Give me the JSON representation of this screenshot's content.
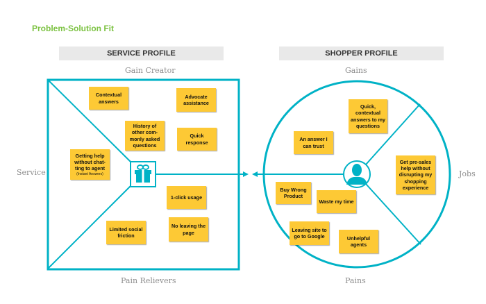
{
  "title": "Problem-Solution Fit",
  "colors": {
    "accent": "#00b2c6",
    "note": "#fdc935",
    "title": "#7cc242",
    "header_bg": "#e9e9e9"
  },
  "service_profile": {
    "header": "SERVICE PROFILE",
    "label_top": "Gain Creator",
    "label_left": "Service",
    "label_bottom": "Pain Relievers",
    "center_icon": "gift-icon",
    "notes": [
      {
        "text": "Contextual answers"
      },
      {
        "text": "Advocate assistance"
      },
      {
        "text": "History of other com-monly asked questions"
      },
      {
        "text": "Quick response"
      },
      {
        "text": "Getting help without chat-ting to agent",
        "sub": "(Instant Answers)"
      },
      {
        "text": "1-click usage"
      },
      {
        "text": "Limited social friction"
      },
      {
        "text": "No leaving the page"
      }
    ]
  },
  "shopper_profile": {
    "header": "SHOPPER PROFILE",
    "label_top": "Gains",
    "label_right": "Jobs",
    "label_bottom": "Pains",
    "center_icon": "user-icon",
    "notes": [
      {
        "text": "Quick, contextual answers to my questions"
      },
      {
        "text": "An answer I can trust"
      },
      {
        "text": "Get pre-sales help without disrupting my shopping experience"
      },
      {
        "text": "Buy Wrong Product"
      },
      {
        "text": "Waste my time"
      },
      {
        "text": "Leaving site to go to Google"
      },
      {
        "text": "Unhelpful agents"
      }
    ]
  }
}
